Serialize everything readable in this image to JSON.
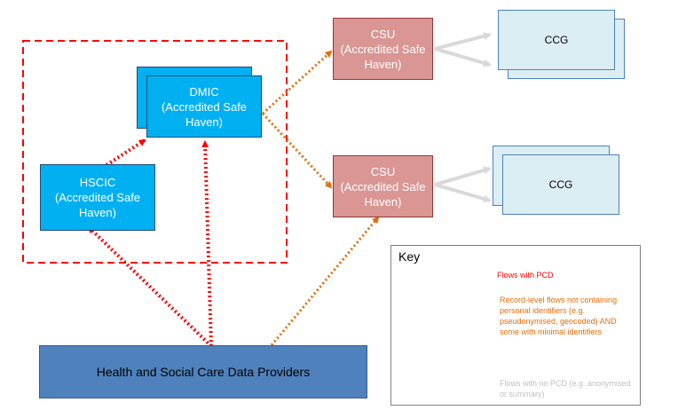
{
  "nodes": {
    "dmic": {
      "title": "DMIC",
      "subtitle": "(Accredited Safe Haven)"
    },
    "hscic": {
      "title": "HSCIC",
      "subtitle": "(Accredited Safe Haven)"
    },
    "csu_top": {
      "title": "CSU",
      "subtitle": "(Accredited Safe Haven)"
    },
    "csu_bottom": {
      "title": "CSU",
      "subtitle": "(Accredited Safe Haven)"
    },
    "ccg_top": {
      "title": "CCG"
    },
    "ccg_bottom": {
      "title": "CCG"
    },
    "providers": {
      "title": "Health and Social Care Data Providers"
    }
  },
  "key": {
    "title": "Key",
    "items": [
      {
        "label": "Flows with PCD"
      },
      {
        "label": "Record-level flows not containing personal identifiers (e.g. pseudonymised, geocoded) AND some with minimal identifiers"
      },
      {
        "label": "Flows with no PCD (e.g. anonymised or summary)"
      }
    ]
  },
  "colors": {
    "pcd_flow": "#ff0000",
    "record_flow": "#e36c09",
    "no_pcd_flow": "#d9d9d9",
    "safe_haven_blue": "#00b0f0",
    "csu_red": "#d99694",
    "ccg_pale": "#dbeef4",
    "providers_blue": "#4f81bd"
  }
}
